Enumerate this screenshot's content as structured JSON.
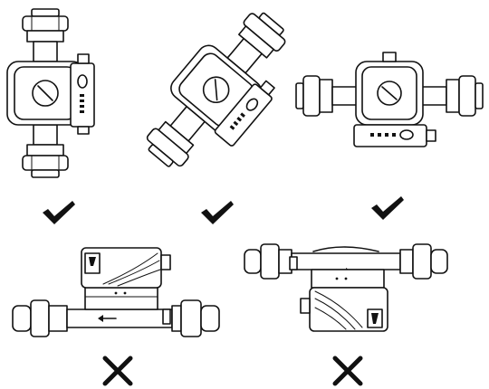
{
  "diagram": {
    "panels": [
      {
        "id": "vertical-head-up",
        "mark": "check"
      },
      {
        "id": "tilted-diagonal",
        "mark": "check"
      },
      {
        "id": "horizontal-box-down",
        "mark": "check"
      },
      {
        "id": "vertical-motor-up",
        "mark": "cross"
      },
      {
        "id": "vertical-motor-down",
        "mark": "cross"
      }
    ],
    "colors": {
      "line": "#111111",
      "background": "#ffffff"
    }
  }
}
